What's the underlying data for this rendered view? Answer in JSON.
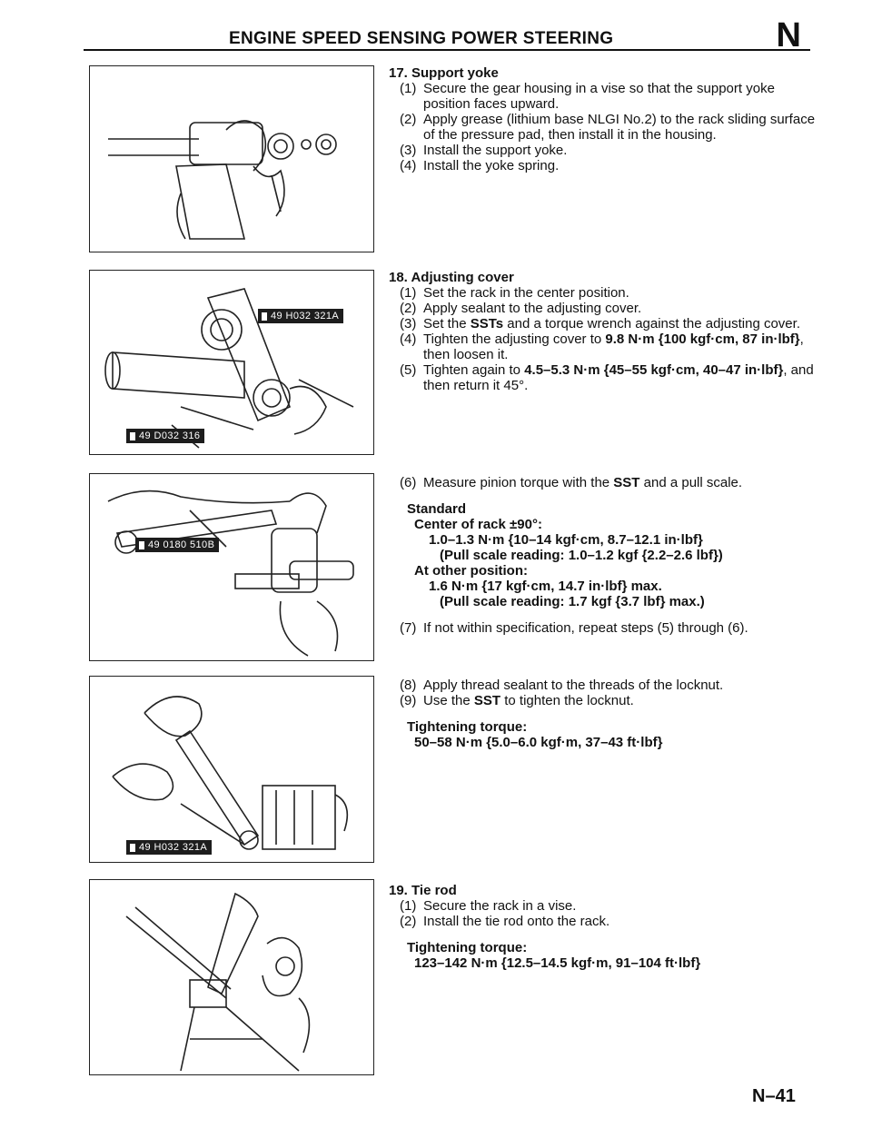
{
  "header": {
    "title": "ENGINE SPEED SENSING POWER STEERING",
    "letter": "N"
  },
  "figures": {
    "fig2_tags": [
      "49 H032 321A",
      "49 D032 316"
    ],
    "fig3_tags": [
      "49 0180 510B"
    ],
    "fig4_tags": [
      "49 H032 321A"
    ]
  },
  "s17": {
    "title": "17. Support yoke",
    "items": [
      {
        "n": "(1)",
        "t": "Secure the gear housing in a vise so that the support yoke position faces upward."
      },
      {
        "n": "(2)",
        "t": "Apply grease (lithium base NLGI No.2) to the rack sliding surface of the pressure pad, then install it in the housing."
      },
      {
        "n": "(3)",
        "t": "Install the support yoke."
      },
      {
        "n": "(4)",
        "t": "Install the yoke spring."
      }
    ]
  },
  "s18": {
    "title": "18. Adjusting cover",
    "i1": {
      "n": "(1)",
      "t": "Set the rack in the center position."
    },
    "i2": {
      "n": "(2)",
      "t": "Apply sealant to the adjusting cover."
    },
    "i3": {
      "n": "(3)",
      "pre": "Set the ",
      "b": "SSTs",
      "post": " and a torque wrench against the adjusting cover."
    },
    "i4": {
      "n": "(4)",
      "pre": "Tighten the adjusting cover to ",
      "b": "9.8 N·m {100 kgf·cm, 87 in·lbf}",
      "post": ", then loosen it."
    },
    "i5": {
      "n": "(5)",
      "pre": "Tighten again to ",
      "b": "4.5–5.3 N·m {45–55 kgf·cm, 40–47 in·lbf}",
      "post": ", and then return it 45°."
    },
    "i6": {
      "n": "(6)",
      "pre": "Measure pinion torque with the ",
      "b": "SST",
      "post": " and a pull scale."
    },
    "standard": "Standard",
    "center": "Center of rack ±90°:",
    "center_val": "1.0–1.3 N·m {10–14 kgf·cm, 8.7–12.1 in·lbf}",
    "center_pull": "(Pull scale reading: 1.0–1.2 kgf {2.2–2.6 lbf})",
    "other": "At other position:",
    "other_val": "1.6 N·m {17 kgf·cm, 14.7 in·lbf} max.",
    "other_pull": "(Pull scale reading: 1.7 kgf {3.7 lbf} max.)",
    "i7": {
      "n": "(7)",
      "t": "If not within specification, repeat steps (5) through (6)."
    },
    "i8": {
      "n": "(8)",
      "t": "Apply thread sealant to the threads of the locknut."
    },
    "i9": {
      "n": "(9)",
      "pre": "Use the ",
      "b": "SST",
      "post": " to tighten the locknut."
    },
    "torque_label": "Tightening torque:",
    "torque_val": "50–58 N·m {5.0–6.0 kgf·m, 37–43 ft·lbf}"
  },
  "s19": {
    "title": "19. Tie rod",
    "items": [
      {
        "n": "(1)",
        "t": "Secure the rack in a vise."
      },
      {
        "n": "(2)",
        "t": "Install the tie rod onto the rack."
      }
    ],
    "torque_label": "Tightening torque:",
    "torque_val": "123–142 N·m {12.5–14.5 kgf·m, 91–104 ft·lbf}"
  },
  "page_number": "N–41"
}
